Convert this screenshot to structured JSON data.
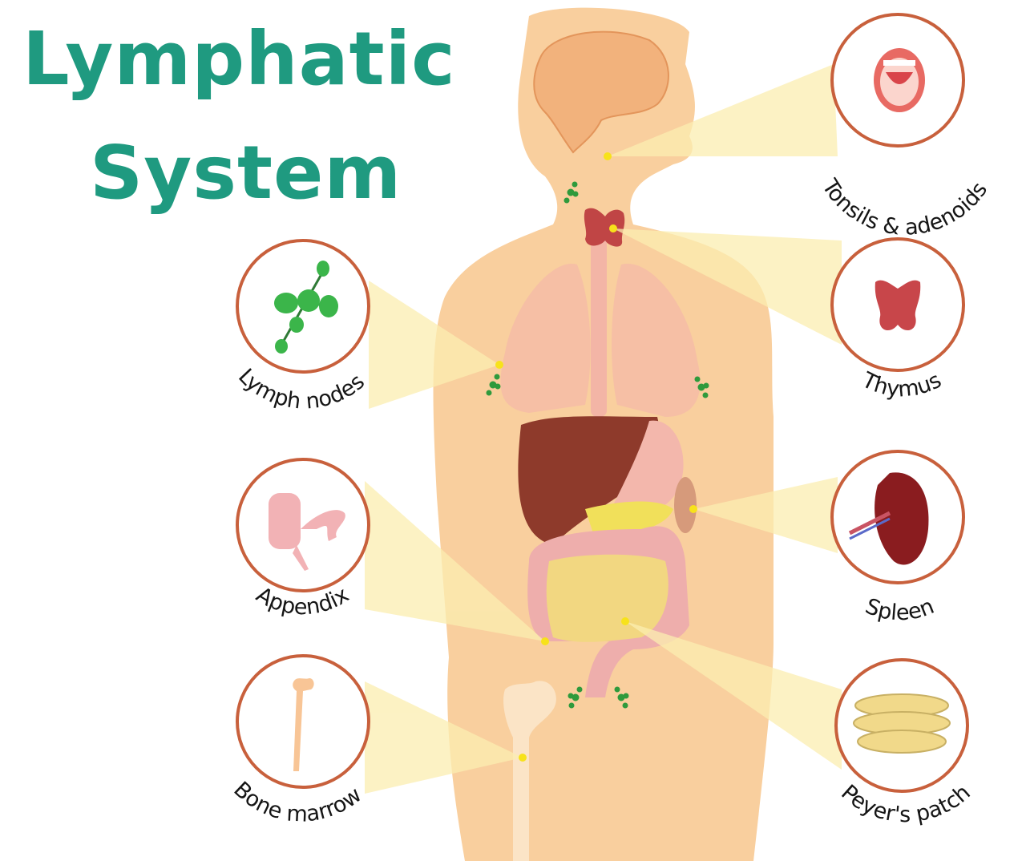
{
  "title": {
    "line1": "Lymphatic",
    "line2": "System",
    "color": "#1f9a80"
  },
  "colors": {
    "skin": "#f9cf9e",
    "beam": "#fbeeb0",
    "circle_border": "#c8603c",
    "pointer_dot": "#f7e21b",
    "lymph_node_green": "#2f9a3c"
  },
  "organs": [
    {
      "id": "tonsils",
      "label": "Tonsils & adenoids",
      "icon": "open-mouth-icon",
      "side": "right"
    },
    {
      "id": "thymus",
      "label": "Thymus",
      "icon": "thymus-icon",
      "side": "right"
    },
    {
      "id": "spleen",
      "label": "Spleen",
      "icon": "spleen-icon",
      "side": "right"
    },
    {
      "id": "peyers",
      "label": "Peyer's patch",
      "icon": "intestine-icon",
      "side": "right"
    },
    {
      "id": "lymph",
      "label": "Lymph nodes",
      "icon": "lymph-node-icon",
      "side": "left"
    },
    {
      "id": "appendix",
      "label": "Appendix",
      "icon": "appendix-icon",
      "side": "left"
    },
    {
      "id": "bone",
      "label": "Bone marrow",
      "icon": "bone-icon",
      "side": "left"
    }
  ]
}
